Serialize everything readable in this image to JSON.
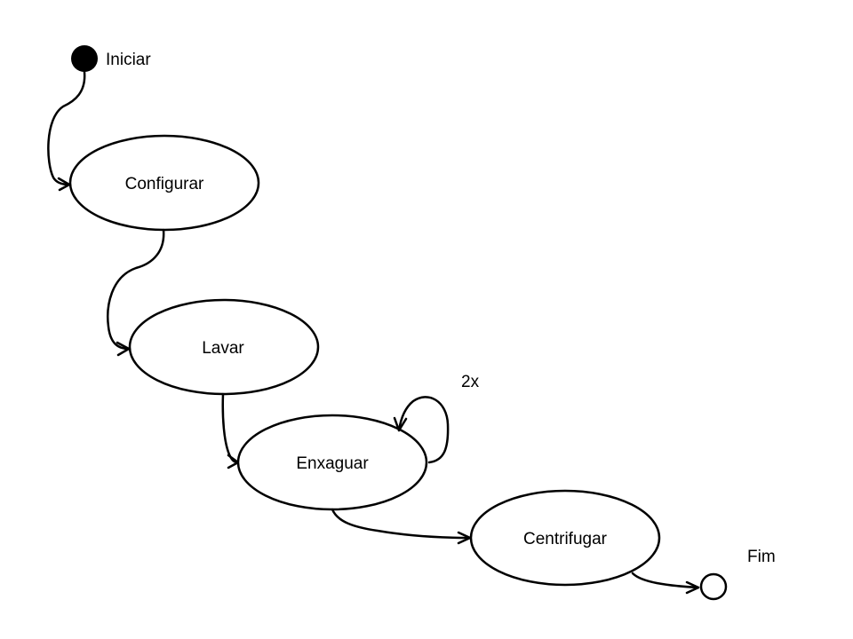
{
  "diagram": {
    "start": {
      "label": "Iniciar"
    },
    "end": {
      "label": "Fim"
    },
    "states": [
      {
        "label": "Configurar"
      },
      {
        "label": "Lavar"
      },
      {
        "label": "Enxaguar"
      },
      {
        "label": "Centrifugar"
      }
    ],
    "self_loop": {
      "state": "Enxaguar",
      "label": "2x"
    },
    "transitions": [
      {
        "from": "Iniciar",
        "to": "Configurar"
      },
      {
        "from": "Configurar",
        "to": "Lavar"
      },
      {
        "from": "Lavar",
        "to": "Enxaguar"
      },
      {
        "from": "Enxaguar",
        "to": "Enxaguar"
      },
      {
        "from": "Enxaguar",
        "to": "Centrifugar"
      },
      {
        "from": "Centrifugar",
        "to": "Fim"
      }
    ]
  }
}
